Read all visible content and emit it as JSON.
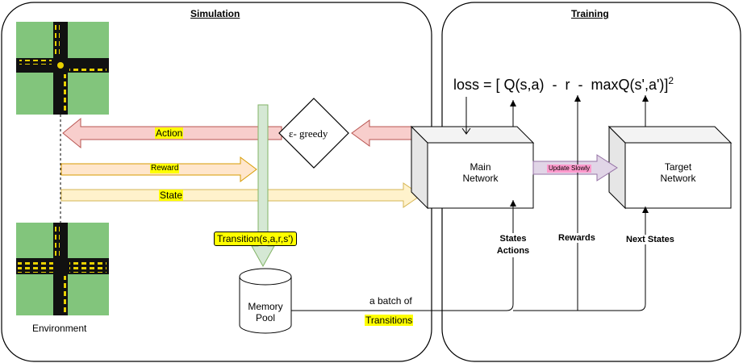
{
  "titles": {
    "simulation": "Simulation",
    "training": "Training"
  },
  "environment_label": "Environment",
  "arrows": {
    "action": "Action",
    "reward": "Reward",
    "state": "State",
    "update_slowly": "Update Slowly"
  },
  "epsilon_greedy": "ε- greedy",
  "transition": "Transition(s,a,r,s')",
  "memory_pool": {
    "line1": "Memory",
    "line2": "Pool"
  },
  "batch": {
    "line1": "a batch of",
    "line2": "Transitions"
  },
  "main_network": {
    "line1": "Main",
    "line2": "Network"
  },
  "target_network": {
    "line1": "Target",
    "line2": "Network"
  },
  "loss_formula": {
    "lead": "loss = [ Q(s,a)  -  r  -  maxQ(s',a')]",
    "superscript": "2"
  },
  "inputs": {
    "states": "States",
    "actions": "Actions",
    "rewards": "Rewards",
    "next_states": "Next States"
  },
  "colors": {
    "green_field": "#82c57c",
    "road": "#111111",
    "car": "#e8d000",
    "action_fill": "#f8cecc",
    "action_stroke": "#b85450",
    "reward_fill": "#ffe6cc",
    "reward_stroke": "#d79b00",
    "state_fill": "#fff2cc",
    "state_stroke": "#d6b656",
    "transition_fill": "#d5e8d4",
    "transition_stroke": "#82b366",
    "update_fill": "#e1d5e7",
    "update_stroke": "#9673a6",
    "update_label_bg": "#ff99cc",
    "highlight": "#ffff00"
  }
}
